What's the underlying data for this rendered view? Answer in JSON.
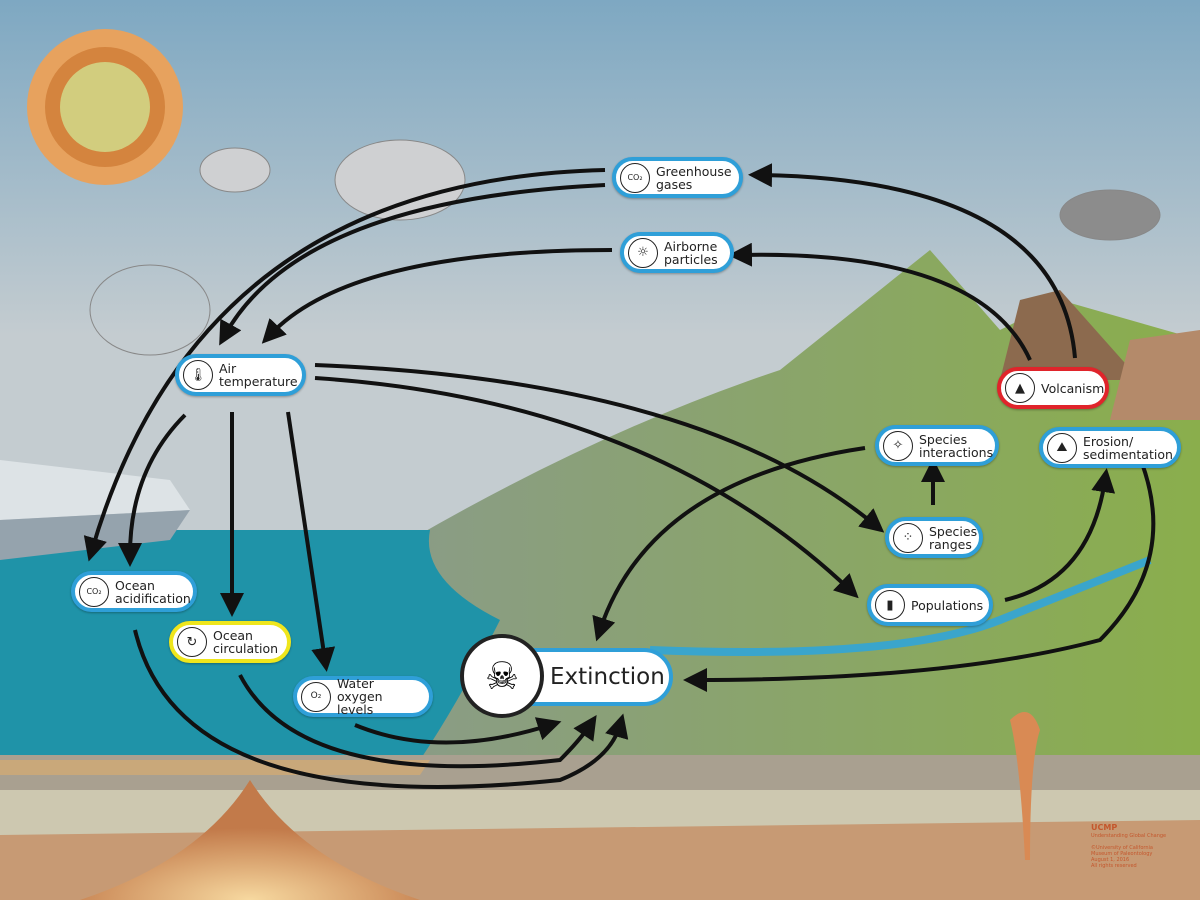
{
  "nodes": {
    "greenhouse_gases": {
      "label": "Greenhouse\ngases",
      "icon": "co2-molecule-icon",
      "icon_text": "CO₂"
    },
    "airborne_particles": {
      "label": "Airborne\nparticles",
      "icon": "sun-haze-icon"
    },
    "air_temperature": {
      "label": "Air\ntemperature",
      "icon": "thermometer-icon"
    },
    "volcanism": {
      "label": "Volcanism",
      "icon": "volcano-icon"
    },
    "species_interactions": {
      "label": "Species\ninteractions",
      "icon": "bird-insect-icon"
    },
    "erosion": {
      "label": "Erosion/\nsedimentation",
      "icon": "mountain-river-icon"
    },
    "species_ranges": {
      "label": "Species\nranges",
      "icon": "dots-range-icon"
    },
    "populations": {
      "label": "Populations",
      "icon": "bar-chart-icon"
    },
    "ocean_acidification": {
      "label": "Ocean\nacidification",
      "icon": "coral-icon",
      "icon_text": "CO₂"
    },
    "ocean_circulation": {
      "label": "Ocean\ncirculation",
      "icon": "circulation-icon"
    },
    "water_oxygen": {
      "label": "Water oxygen\nlevels",
      "icon": "water-o2-icon",
      "icon_text": "O₂"
    },
    "extinction": {
      "label": "Extinction",
      "icon": "dinosaur-skull-icon"
    }
  },
  "credit": {
    "logo": "UCMP",
    "title": "Understanding Global Change",
    "lines": [
      "©University of California",
      "Museum of Paleontology",
      "August 1, 2016",
      "All rights reserved"
    ]
  },
  "colors": {
    "default_border": "#2f9fd8",
    "volcanism_border": "#e0242b",
    "circulation_border": "#efe61c"
  }
}
